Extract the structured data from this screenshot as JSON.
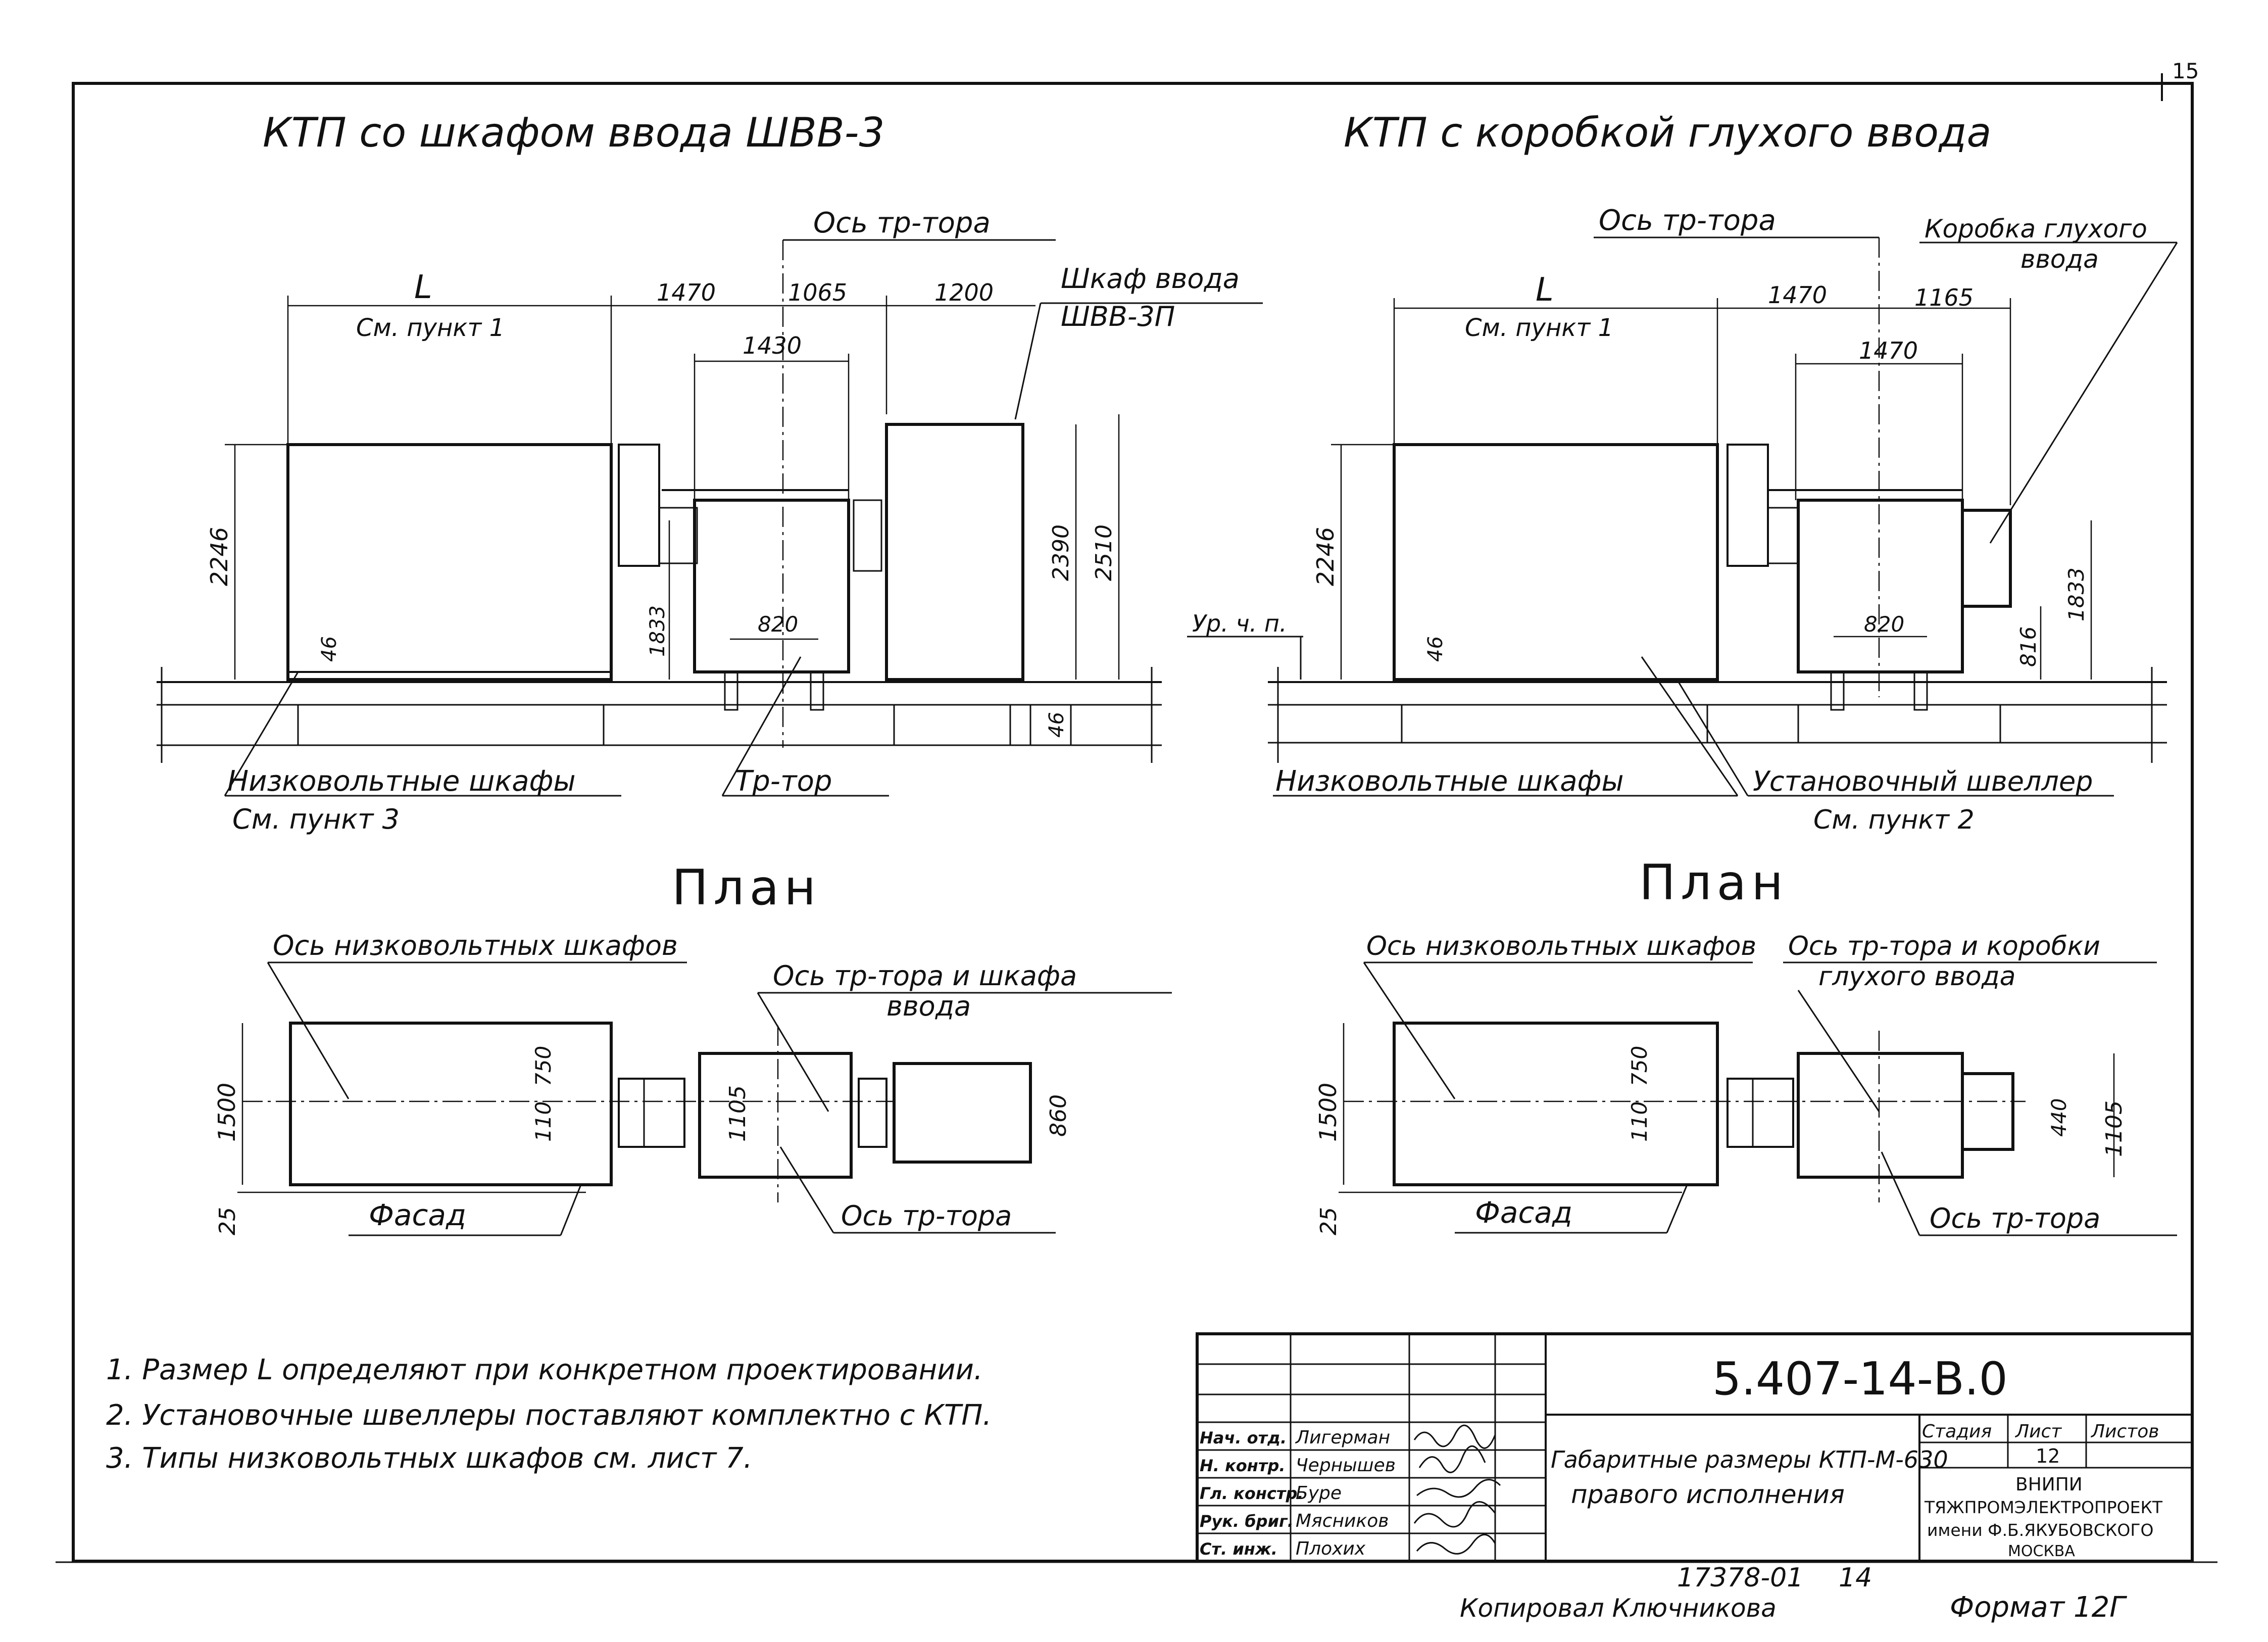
{
  "sheet_number": "15",
  "left": {
    "title": "КТП со шкафом ввода ШВВ-3",
    "axis_label": "Ось тр-тора",
    "cabinet_callout_1": "Шкаф ввода",
    "cabinet_callout_2": "ШВВ-3П",
    "L": "L",
    "L_note": "См. пункт 1",
    "dims": {
      "d1470": "1470",
      "d1065": "1065",
      "d1200": "1200",
      "d1430": "1430",
      "d2246": "2246",
      "d2390": "2390",
      "d2510": "2510",
      "d1833": "1833",
      "d820": "820",
      "d46a": "46",
      "d46b": "46"
    },
    "label_lv": "Низковольтные шкафы",
    "label_lv_note": "См. пункт 3",
    "label_tr": "Тр-тор",
    "plan_title": "План",
    "plan_axis_lv": "Ось низковольтных шкафов",
    "plan_axis_tr_1": "Ось тр-тора и шкафа",
    "plan_axis_tr_2": "ввода",
    "plan_dims": {
      "d1500": "1500",
      "d750": "750",
      "d110": "110",
      "d1105": "1105",
      "d860": "860",
      "d25": "25"
    },
    "plan_facade": "Фасад",
    "plan_axis_bottom": "Ось тр-тора"
  },
  "right": {
    "title": "КТП с коробкой глухого ввода",
    "axis_label": "Ось тр-тора",
    "box_callout_1": "Коробка глухого",
    "box_callout_2": "ввода",
    "L": "L",
    "L_note": "См. пункт 1",
    "dims": {
      "d1470": "1470",
      "d1165": "1165",
      "d1470b": "1470",
      "d2246": "2246",
      "d46": "46",
      "d820": "820",
      "d816": "816",
      "d1833": "1833"
    },
    "floor_label": "Ур. ч. п.",
    "label_lv": "Низковольтные шкафы",
    "label_channel": "Установочный швеллер",
    "label_channel_note": "См. пункт 2",
    "plan_title": "План",
    "plan_axis_lv": "Ось низковольтных шкафов",
    "plan_axis_tr_1": "Ось тр-тора и коробки",
    "plan_axis_tr_2": "глухого ввода",
    "plan_dims": {
      "d1500": "1500",
      "d750": "750",
      "d110": "110",
      "d440": "440",
      "d1105": "1105",
      "d25": "25"
    },
    "plan_facade": "Фасад",
    "plan_axis_bottom": "Ось тр-тора"
  },
  "notes": [
    "1. Размер L определяют при конкретном проектировании.",
    "2. Установочные швеллеры поставляют комплектно с КТП.",
    "3. Типы низковольтных шкафов см. лист 7."
  ],
  "title_block": {
    "doc_code": "5.407-14-В.0",
    "title_1": "Габаритные размеры КТП-М-630",
    "title_2": "правого исполнения",
    "col_stage": "Стадия",
    "col_sheet": "Лист",
    "col_sheets": "Листов",
    "sheet": "12",
    "org_1": "ВНИПИ",
    "org_2": "ТЯЖПРОМЭЛЕКТРОПРОЕКТ",
    "org_3": "имени Ф.Б.ЯКУБОВСКОГО",
    "org_4": "МОСКВА",
    "signers": [
      {
        "role": "Нач. отд.",
        "name": "Лигерман"
      },
      {
        "role": "Н. контр.",
        "name": "Чернышев"
      },
      {
        "role": "Гл. констр.",
        "name": "Буре"
      },
      {
        "role": "Рук. бриг.",
        "name": "Мясников"
      },
      {
        "role": "Ст. инж.",
        "name": "Плохих"
      }
    ]
  },
  "footer": {
    "inventory": "17378-01",
    "page": "14",
    "copied": "Копировал Ключникова",
    "format": "Формат 12Г"
  }
}
